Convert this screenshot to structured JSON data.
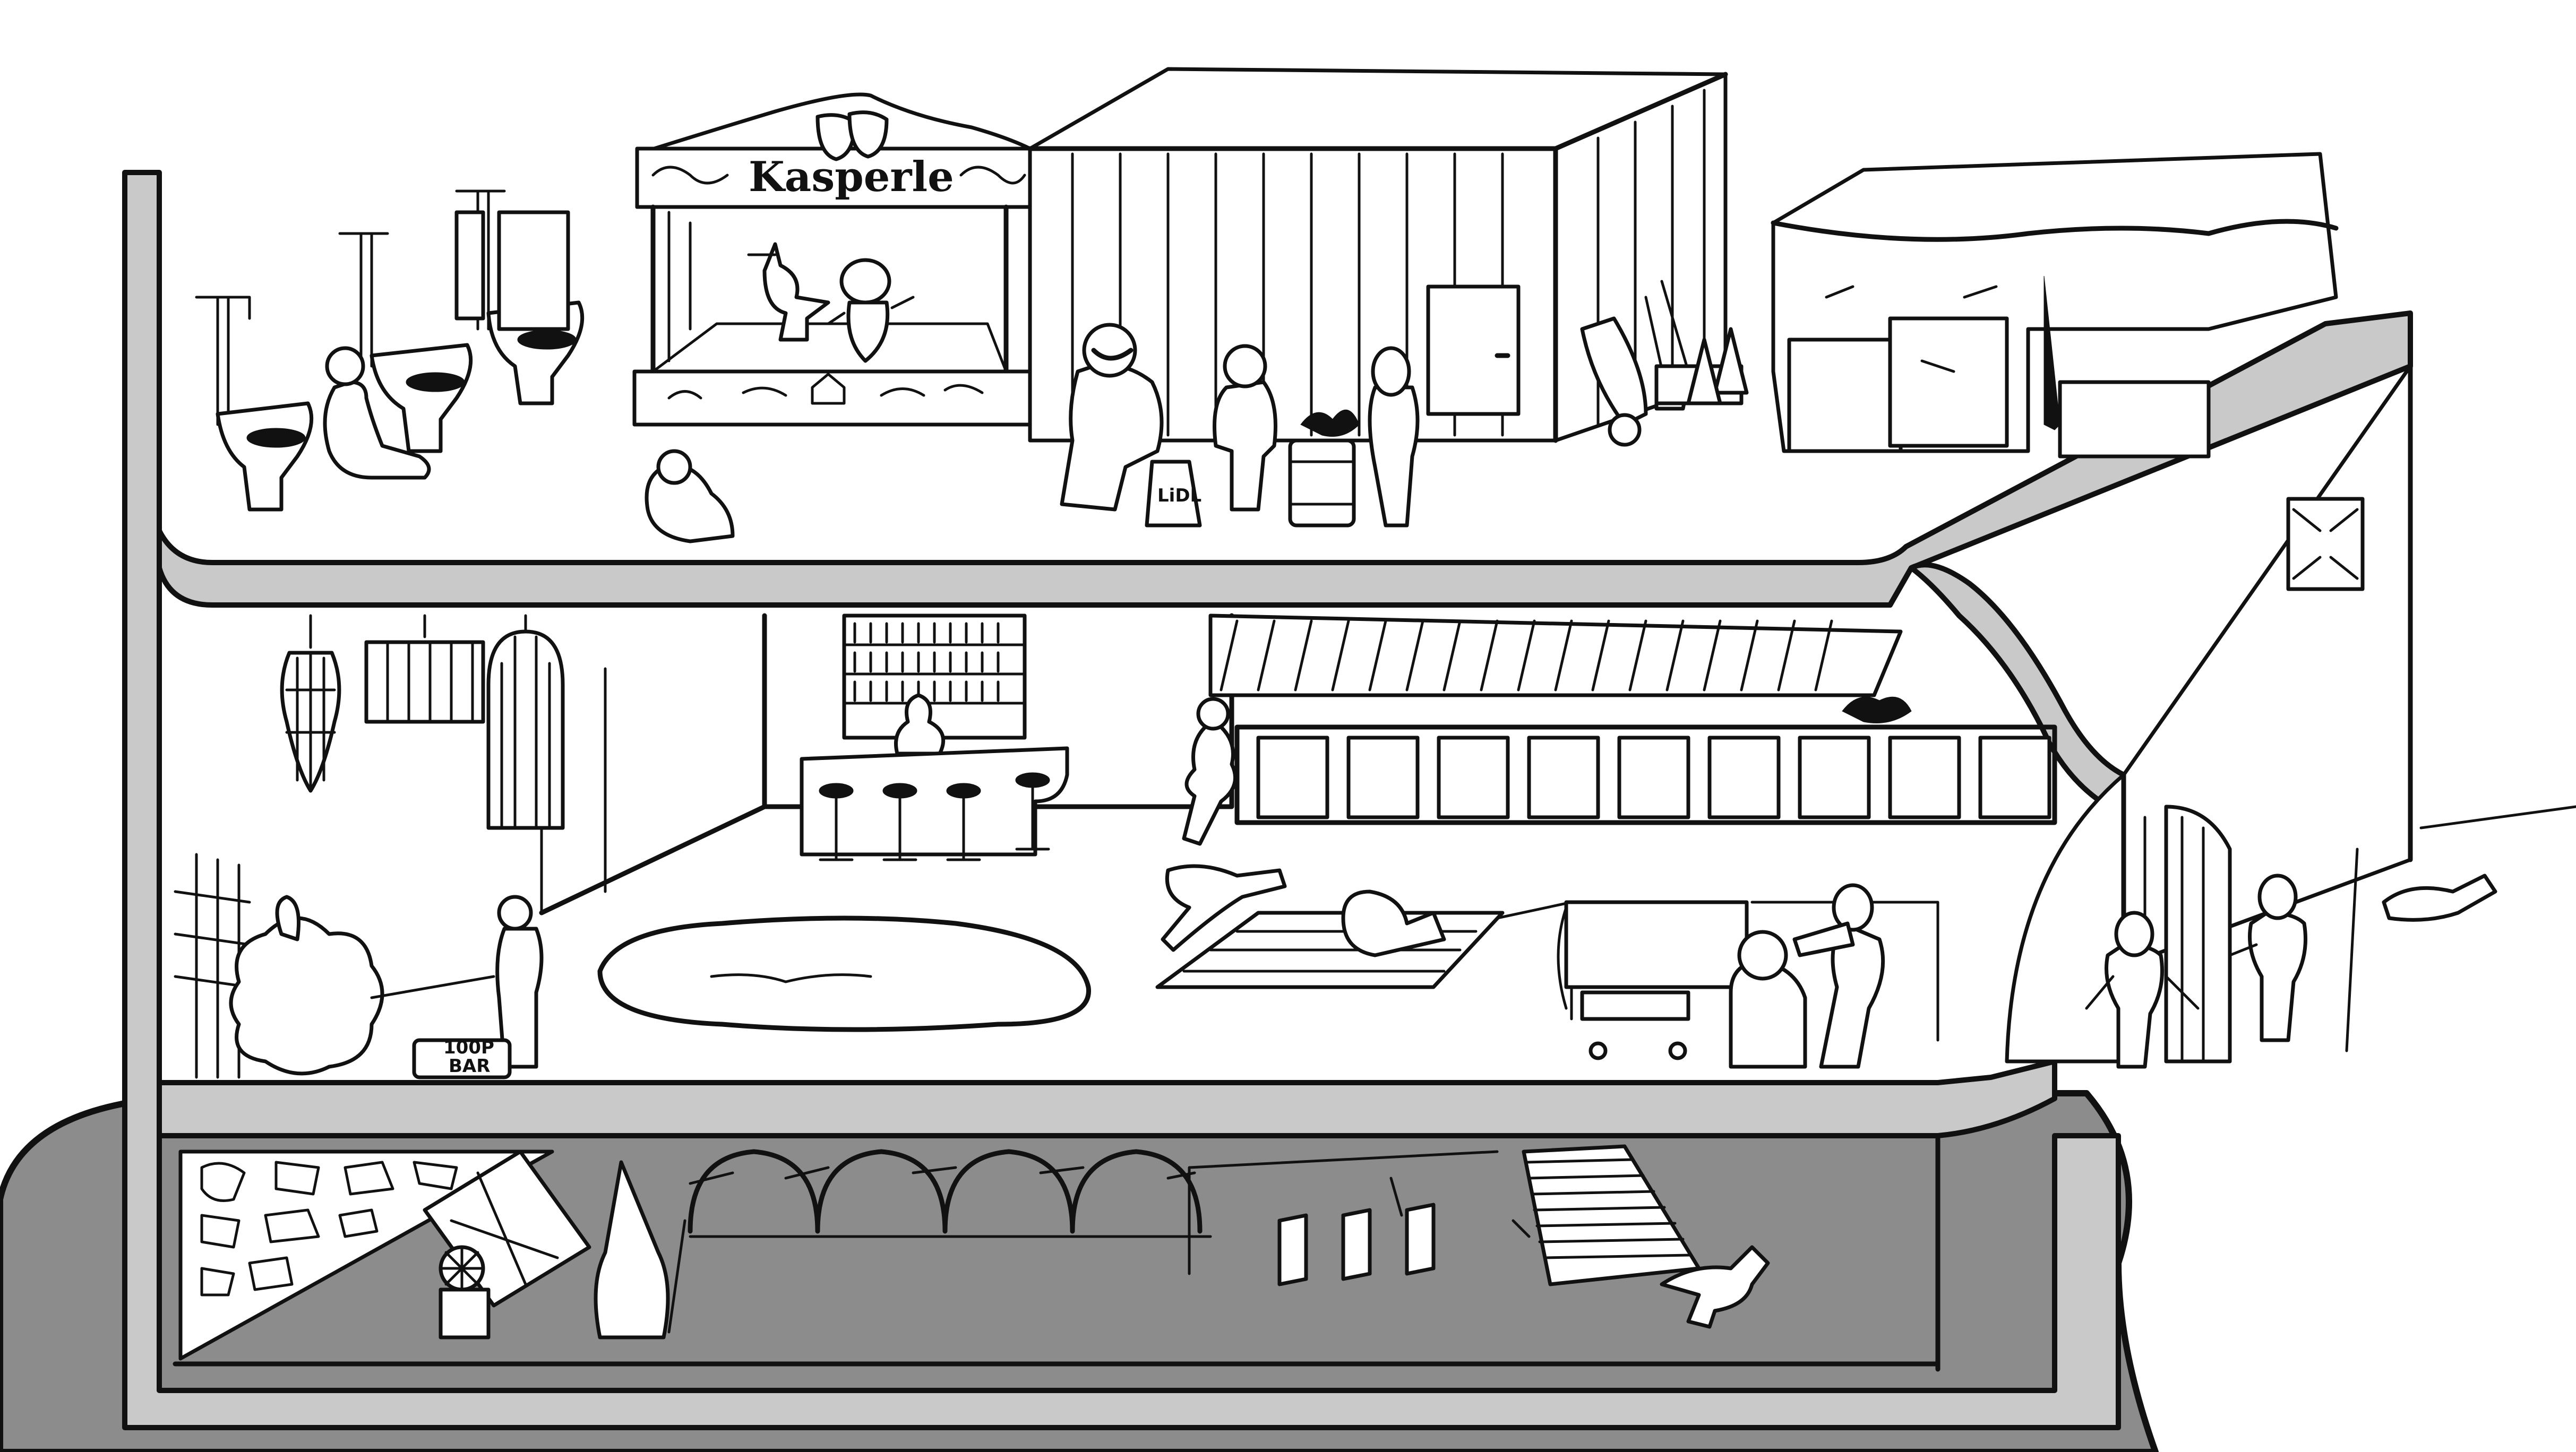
{
  "stage_sign": {
    "title": "Kasperle"
  },
  "pressure_washer": {
    "label_line1": "100P",
    "label_line2": "BAR"
  },
  "shopping_bag": {
    "label": "LiDL"
  },
  "colors": {
    "walls": "#c9c9c9",
    "ground": "#8c8c8c",
    "ink": "#111111",
    "paper": "#ffffff"
  },
  "scene": {
    "levels": [
      "rooftop",
      "middle-floor",
      "basement"
    ],
    "rooftop_items": [
      "toilets",
      "puppet-stage",
      "container-building",
      "burning-barrel",
      "wheelbarrow",
      "traffic-cones",
      "tarp-covered-boxes"
    ],
    "middle_items": [
      "hanging-cages",
      "bar-counter",
      "bottle-shelf",
      "bar-stools",
      "pool",
      "awning",
      "doors-row",
      "stretchers",
      "arched-gate",
      "guards"
    ],
    "basement_items": [
      "stone-wall",
      "arches",
      "staircase",
      "hooded-figure",
      "torture-wheel"
    ]
  }
}
